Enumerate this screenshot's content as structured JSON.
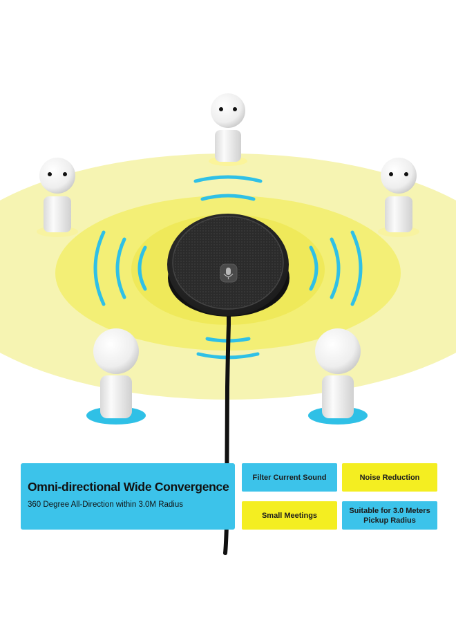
{
  "colors": {
    "halo_outer": "#f6f4b2",
    "halo_mid": "#f3ef76",
    "halo_inner": "#efe95a",
    "wave": "#2fc0e6",
    "panel_cyan": "#3cc3ea",
    "panel_yellow": "#f4ee21",
    "device": "#2a2a2a"
  },
  "scene": {
    "figures": [
      "person-figure",
      "person-figure",
      "person-figure",
      "person-figure",
      "person-figure"
    ],
    "device_icon": "microphone-icon"
  },
  "info_panel": {
    "title": "Omni-directional Wide Convergence",
    "subtitle": "360 Degree All-Direction within 3.0M Radius"
  },
  "features": [
    {
      "label": "Filter Current Sound",
      "color": "cyan"
    },
    {
      "label": "Noise Reduction",
      "color": "yellow"
    },
    {
      "label": "Small Meetings",
      "color": "yellow"
    },
    {
      "label": "Suitable for 3.0 Meters\nPickup Radius",
      "color": "cyan"
    }
  ]
}
